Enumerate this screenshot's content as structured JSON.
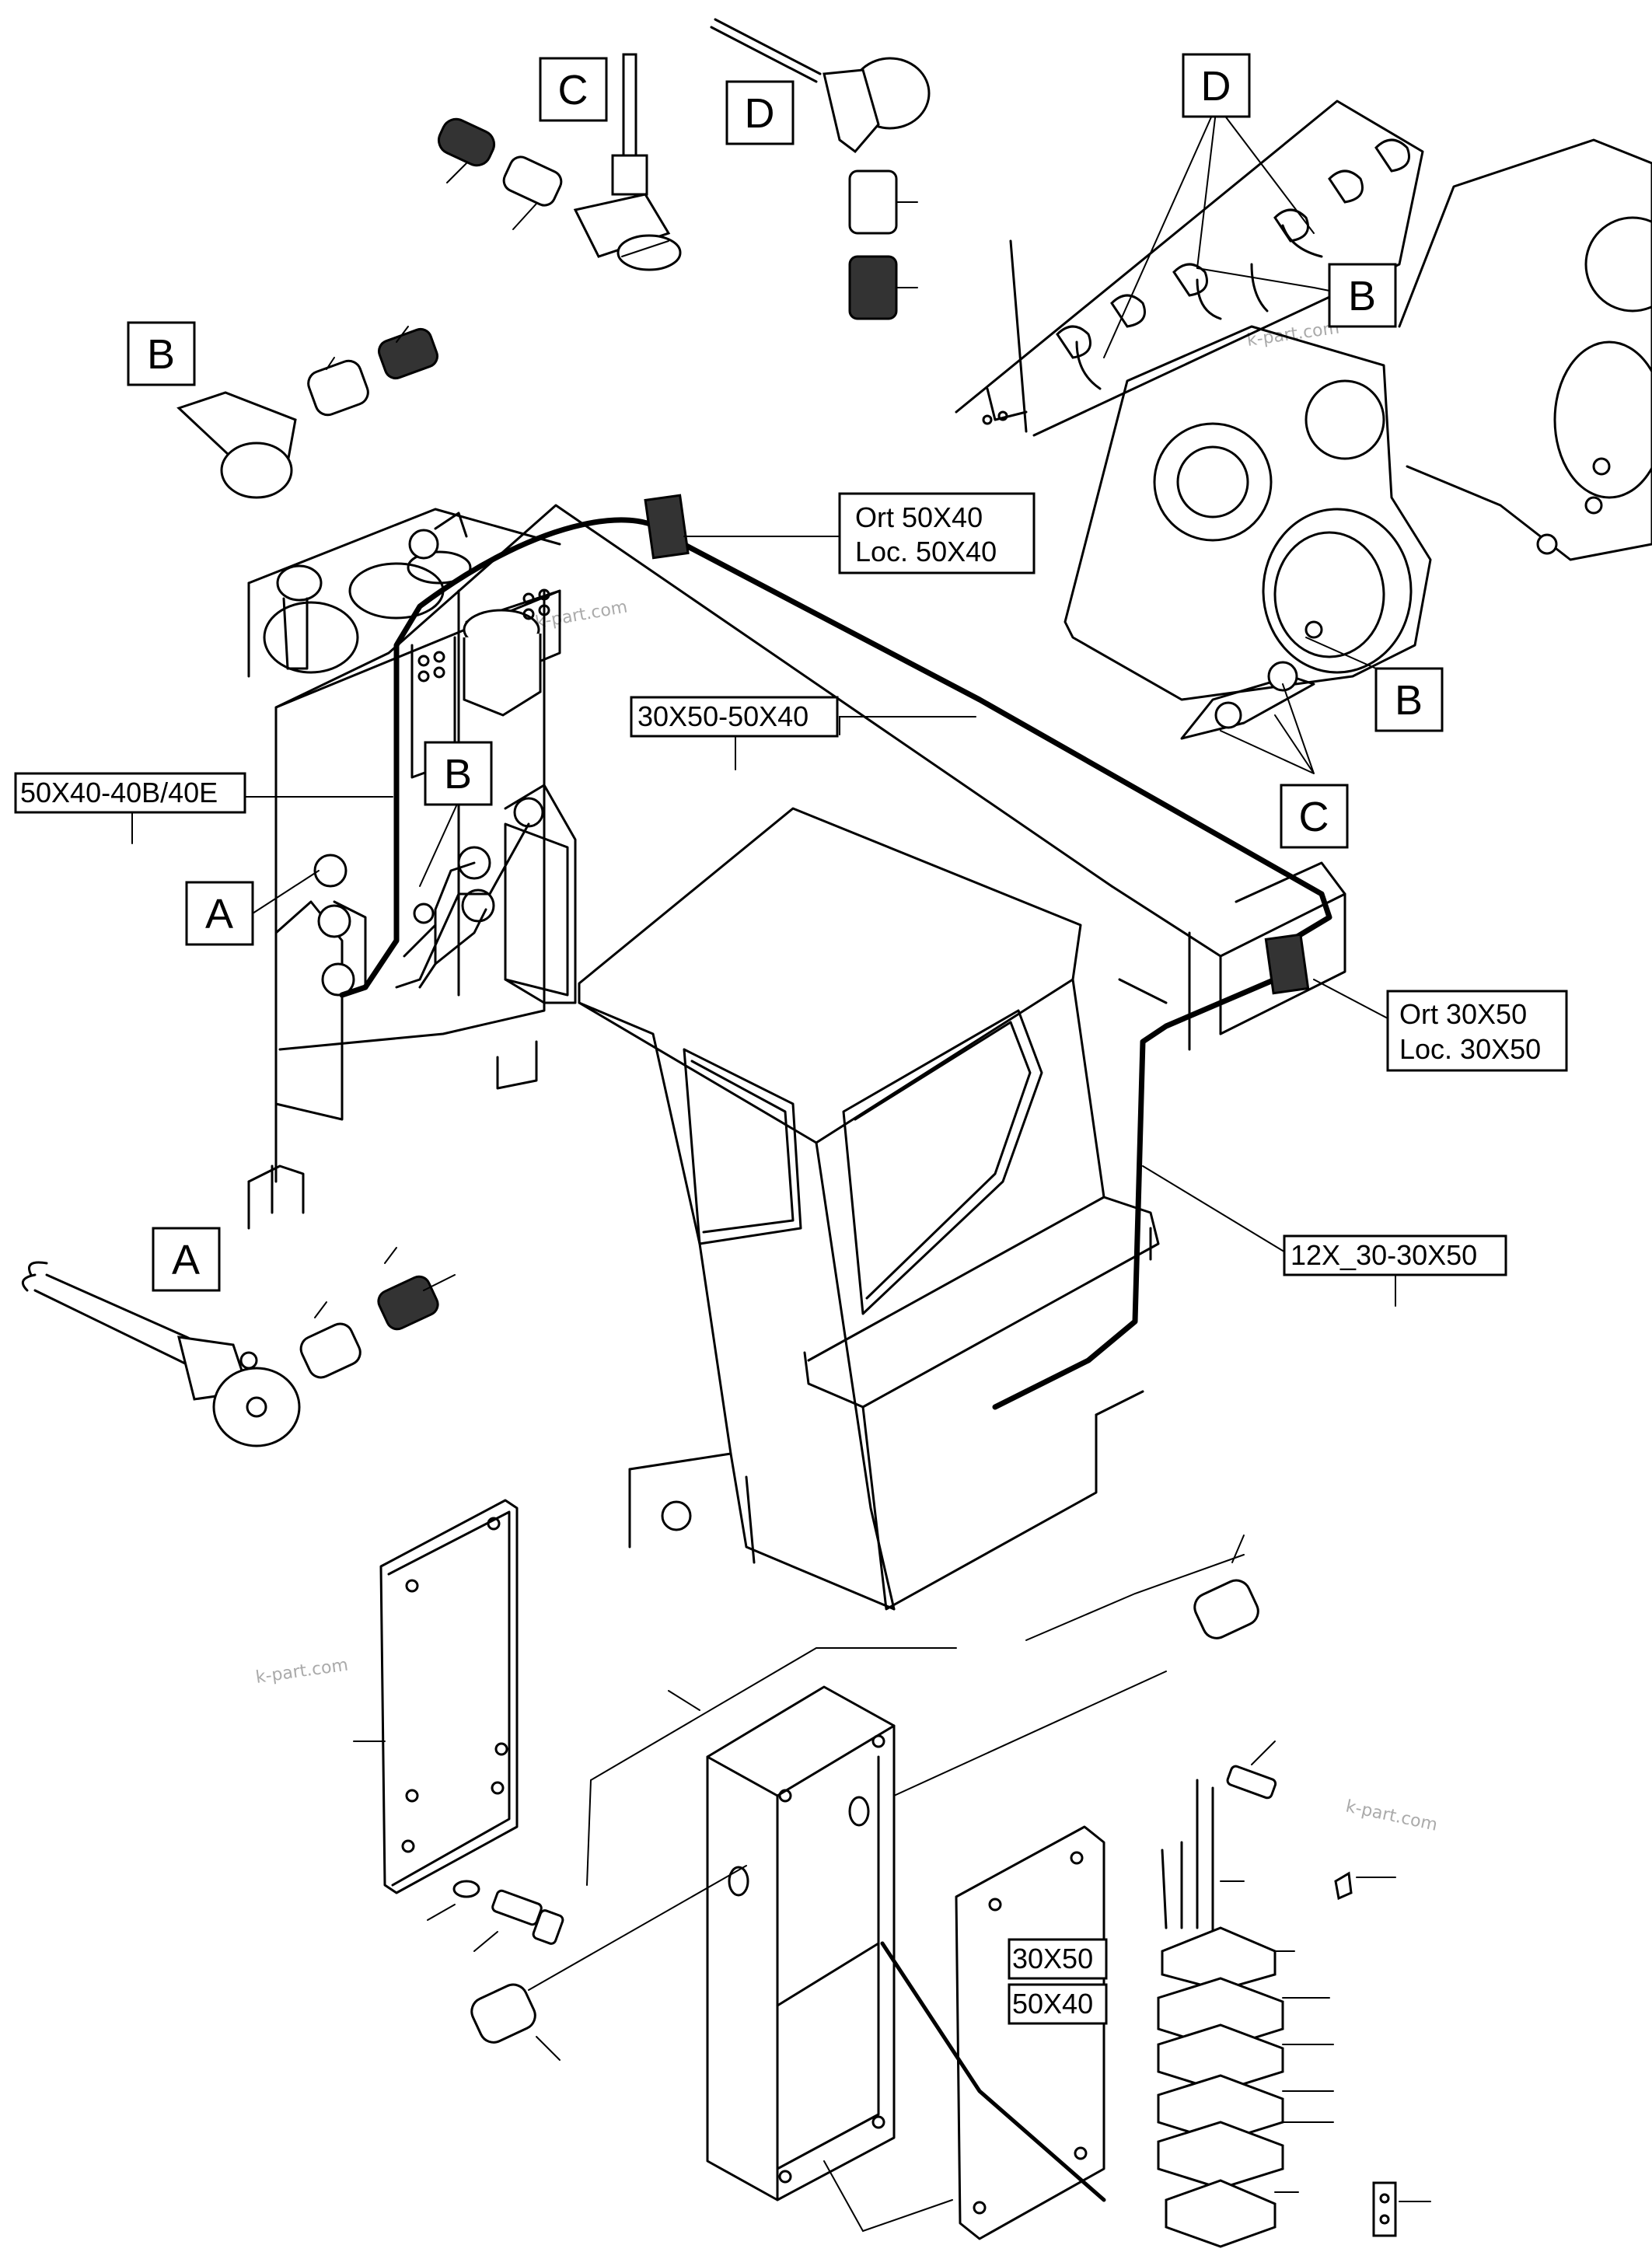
{
  "letters": {
    "c_top": "C",
    "d_top": "D",
    "d_right": "D",
    "b_topleft": "B",
    "b_right1": "B",
    "b_middle": "B",
    "a_left": "A",
    "b_right2": "B",
    "c_right": "C",
    "a_bottom": "A"
  },
  "labels": {
    "ort_50x40_line1": "Ort 50X40",
    "ort_50x40_line2": "Loc. 50X40",
    "harness_30x50_50x40": "30X50-50X40",
    "harness_50x40_40b40e": "50X40-40B/40E",
    "ort_30x50_line1": "Ort 30X50",
    "ort_30x50_line2": "Loc. 30X50",
    "harness_12x_30_30x50": "12X_30-30X50",
    "box_30x50": "30X50",
    "box_50x40": "50X40"
  },
  "watermark": "k-part.com"
}
